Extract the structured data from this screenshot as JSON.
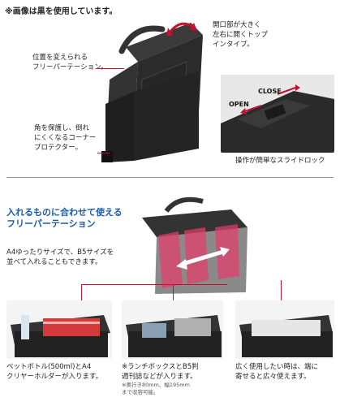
{
  "top_note": "※画像は黒を使用しています。",
  "callouts": {
    "partition": [
      "位置を変えられる",
      "フリーパーテーション。"
    ],
    "corner": [
      "角を保護し、倒れ",
      "にくくなるコーナー",
      "プロテクター。"
    ],
    "opening": [
      "開口部が大きく",
      "左右に開くトップ",
      "インタイプ。"
    ],
    "lock_caption": "操作が簡単なスライドロック",
    "close_label": "CLOSE",
    "open_label": "OPEN"
  },
  "section": {
    "title": [
      "入れるものに合わせて使える",
      "フリーパーテーション"
    ],
    "desc": [
      "A4ゆったりサイズで、B5サイズを",
      "並べて入れることもできます。"
    ]
  },
  "bottom": [
    {
      "caption": [
        "ペットボトル(500ml)とA4",
        "クリヤーホルダーが入ります。"
      ],
      "note": []
    },
    {
      "caption": [
        "※ランチボックスとB5判",
        "週刊誌などが入ります。"
      ],
      "note": [
        "※奥行き80mm、幅195mm",
        "まで収容可能。"
      ]
    },
    {
      "caption": [
        "広く使用したい時は、端に",
        "寄せると広々使えます。"
      ],
      "note": []
    }
  ],
  "colors": {
    "accent": "#c8102e",
    "title_blue": "#1a5aa8",
    "case": "#2a2a2a"
  }
}
